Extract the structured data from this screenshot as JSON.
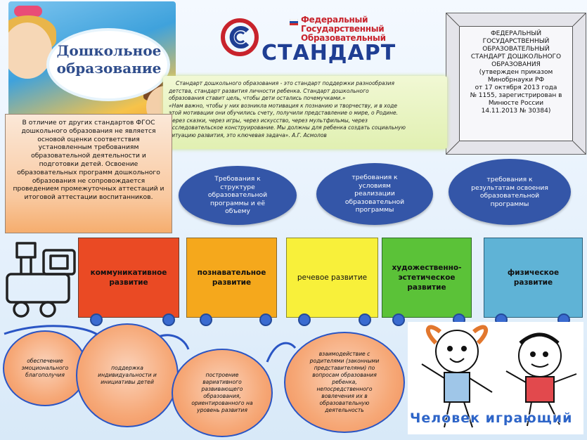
{
  "cover": {
    "title": "Дошкольное образование"
  },
  "logo": {
    "top_lines": [
      "Федеральный",
      "Государственный",
      "Образовательный"
    ],
    "main": "СТАНДАРТ"
  },
  "frame_lines": [
    "ФЕДЕРАЛЬНЫЙ",
    "ГОСУДАРСТВЕННЫЙ",
    "ОБРАЗОВАТЕЛЬНЫЙ",
    "СТАНДАРТ ДОШКОЛЬНОГО",
    "ОБРАЗОВАНИЯ",
    "(утвержден приказом",
    "Минобрнауки РФ",
    "от 17 октября 2013 года",
    "№ 1155, зарегистрирован в",
    "Минюсте России",
    "14.11.2013 № 30384)"
  ],
  "quote_lines": [
    "Стандарт дошкольного образования - это стандарт поддержки разнообразия",
    "детства, стандарт развития личности ребенка. Стандарт дошкольного",
    "образования ставит цель, чтобы дети остались почемучками.»",
    "«Нам важно, чтобы у них возникла мотивация к познанию и творчеству, и в ходе",
    "этой мотивации они обучились счету, получили представление о мире, о Родине.",
    "Через сказки, через игры, через искусство, через мультфильмы, через",
    "исследовательское конструирование. Мы должны для ребенка создать социальную",
    "ситуацию развития, это ключевая задача». А.Г. Асмолов"
  ],
  "panel_text": "В отличие от других стандартов ФГОС дошкольного образования не является основой оценки соответствия установленным требованиям образовательной деятельности и подготовки детей. Освоение образовательных программ дошкольного образования не сопровождается проведением промежуточных аттестаций и итоговой аттестации воспитанников.",
  "ovals": [
    "Требования к структуре образовательной программы и её объему",
    "требования к условиям реализации образовательной программы",
    "требования к результатам освоения образовательной программы"
  ],
  "cars": [
    {
      "label": "коммуникативное развитие",
      "color": "#ea4a24"
    },
    {
      "label": "познавательное развитие",
      "color": "#f5a81c"
    },
    {
      "label": "речевое развитие",
      "color": "#f8f03a"
    },
    {
      "label": "художественно-эстетическое развитие",
      "color": "#5bc238"
    },
    {
      "label": "физическое развитие",
      "color": "#5fb3d6"
    }
  ],
  "circles": [
    "обеспечение эмоционального благополучия",
    "поддержка индивидуальности и инициативы детей",
    "построение вариативного развивающего образования, ориентированного на уровень развития",
    "взаимодействие с родителями (законными представителями) по вопросам образования ребенка, непосредственного вовлечения их в образовательную деятельность"
  ],
  "caption": "Человек играющий"
}
